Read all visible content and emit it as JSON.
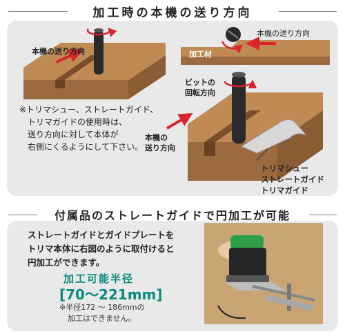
{
  "section1": {
    "title": "加工時の本機の送り方向",
    "label_left_feed": "本機の送り方向",
    "label_right_feed": "本機の送り方向",
    "label_workpiece": "加工材",
    "label_bit_rotation": [
      "ビットの",
      "回転方向"
    ],
    "label_main_feed": [
      "本機の",
      "送り方向"
    ],
    "note_lines": [
      "※トリマシュー、ストレートガイド、",
      "トリマガイドの使用時は、",
      "送り方向に対して本体が",
      "右側にくるようにして下さい。"
    ],
    "guide_labels": [
      "トリマシュー",
      "ストレートガイド",
      "トリマガイド"
    ]
  },
  "section2": {
    "title": "付属品のストレートガイドで円加工が可能",
    "description_lines": [
      "ストレートガイドとガイドプレートを",
      "トリマ本体に右図のように取付けると",
      "円加工ができます。"
    ],
    "range_label": "加工可能半径",
    "range_value": "[70〜221mm]",
    "range_note_lines": [
      "※半径172 〜 186mmの",
      "加工はできません。"
    ]
  },
  "colors": {
    "panel": "#e9e9e9",
    "wood_top": "#c08a55",
    "wood_side": "#9b6a3e",
    "arrow_red": "#d9232d",
    "accent_teal": "#0b8a7e",
    "bit_black": "#2a2a2a"
  }
}
